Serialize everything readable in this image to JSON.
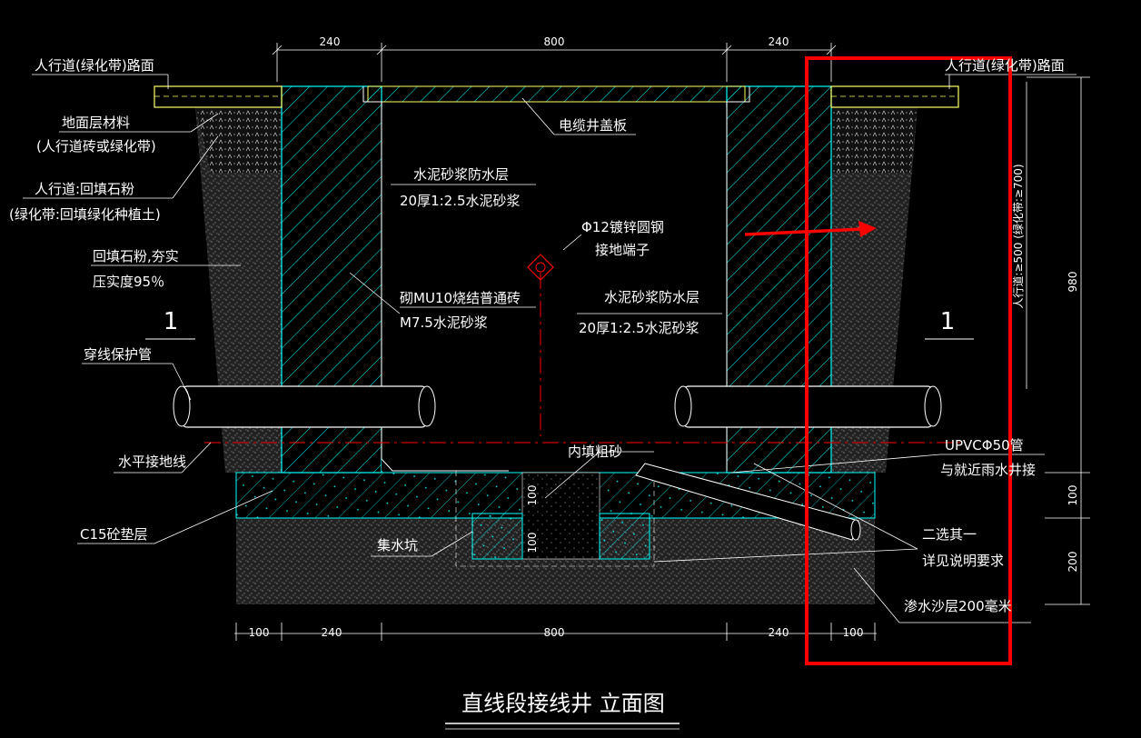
{
  "title": "直线段接线井  立面图",
  "dims_top": [
    "240",
    "800",
    "240"
  ],
  "dims_bottom": [
    "100",
    "240",
    "800",
    "240",
    "100"
  ],
  "dims_right": [
    "980",
    "100",
    "200"
  ],
  "section_marks": [
    "1",
    "1"
  ],
  "labels": {
    "road_left": "人行道(绿化带)路面",
    "road_right": "人行道(绿化带)路面",
    "surface_material": "地面层材料",
    "surface_material_note": "(人行道砖或绿化带)",
    "backfill_stone_top": "人行道:回填石粉",
    "backfill_green": "(绿化带:回填绿化种植土)",
    "backfill_compact": "回填石粉,夯实",
    "compaction": "压实度95％",
    "conduit": "穿线保护管",
    "ground_wire": "水平接地线",
    "c15": "C15砼垫层",
    "sump": "集水坑",
    "cover": "电缆井盖板",
    "mortar_left_1": "水泥砂浆防水层",
    "mortar_left_2": "20厚1:2.5水泥砂浆",
    "steel_1": "Φ12镀锌圆钢",
    "steel_2": "接地端子",
    "brick_1": "砌MU10烧结普通砖",
    "brick_2": "M7.5水泥砂浆",
    "mortar_right_1": "水泥砂浆防水层",
    "mortar_right_2": "20厚1:2.5水泥砂浆",
    "inner_sand": "内填粗砂",
    "upvc": "UPVCΦ50管",
    "upvc_2": "与就近雨水井接",
    "choose": "二选其一",
    "see_notes": "详见说明要求",
    "seepage": "渗水沙层200毫米",
    "depth_note": "人行道:≥500 (绿化带:≥700)",
    "inner_100": "100",
    "inner_100b": "100"
  },
  "colors": {
    "background": "#000000",
    "cyan": "#00ffff",
    "red": "#ff0000",
    "yellow": "#ffff66",
    "white": "#ffffff"
  }
}
